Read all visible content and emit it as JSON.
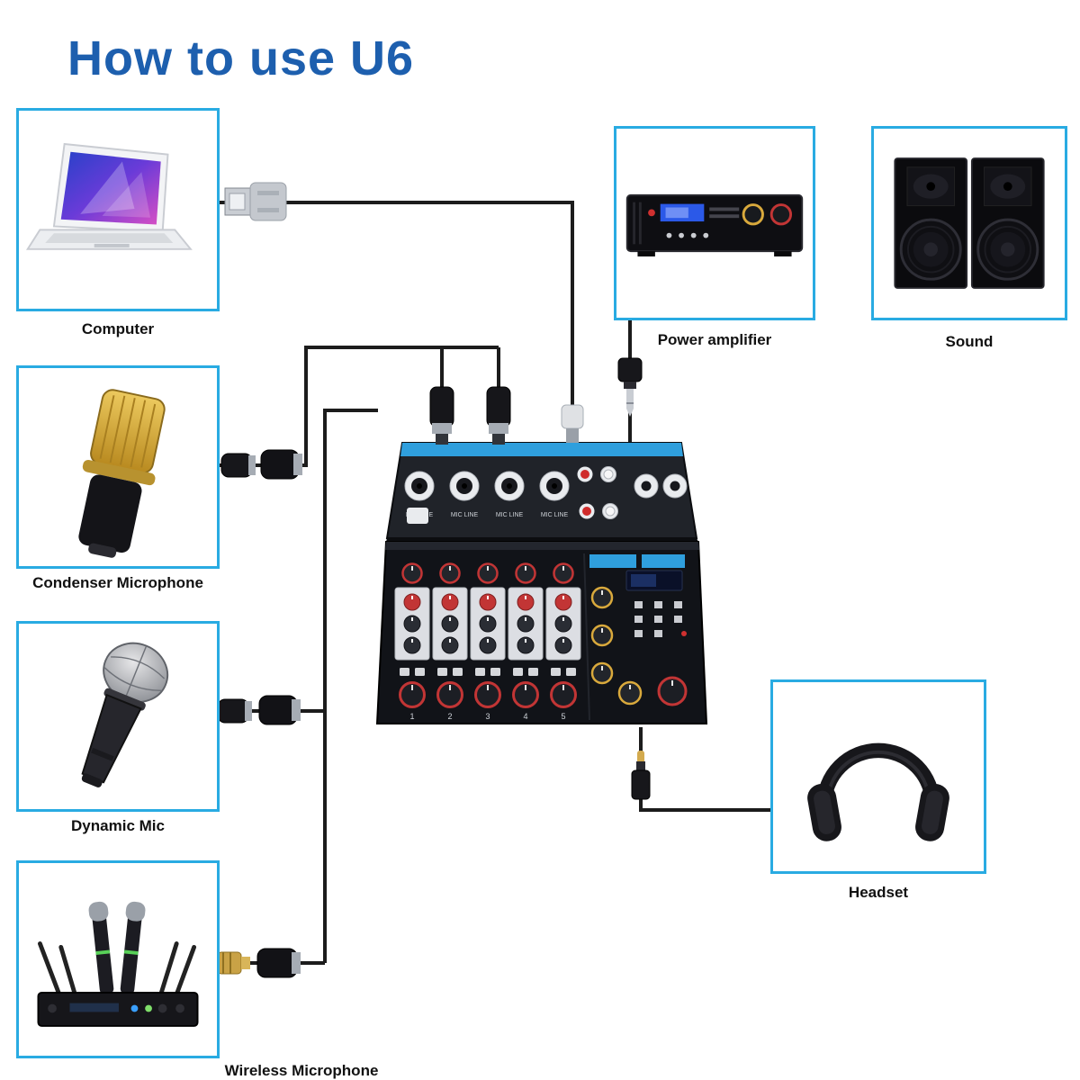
{
  "page": {
    "title": "How to use U6"
  },
  "devices": {
    "computer": {
      "label": "Computer"
    },
    "condenser": {
      "label": "Condenser Microphone"
    },
    "dynamic": {
      "label": "Dynamic Mic"
    },
    "wireless": {
      "label": "Wireless Microphone"
    },
    "amplifier": {
      "label": "Power amplifier"
    },
    "sound": {
      "label": "Sound"
    },
    "headset": {
      "label": "Headset"
    }
  },
  "mixer": {
    "jack_label": "MIC LINE",
    "channels": [
      "1",
      "2",
      "3",
      "4",
      "5"
    ]
  },
  "icons": {
    "usb_a": "usb-a-plug-icon",
    "xlr": "xlr-connector-icon",
    "quarter_jack": "quarter-inch-jack-plug-icon",
    "aux_35mm": "aux-3-5mm-plug-icon",
    "micro_usb": "micro-usb-plug-icon"
  },
  "colors": {
    "title": "#1d5fae",
    "box_border": "#29abe2",
    "wire": "#1c1c1c",
    "label_text": "#111111",
    "mixer_accent": "#2f9fdd",
    "background": "#ffffff"
  }
}
